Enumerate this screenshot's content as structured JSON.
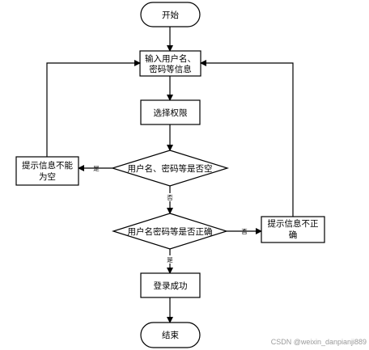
{
  "diagram": {
    "start": "开始",
    "input_line1": "输入用户名、",
    "input_line2": "密码等信息",
    "select_permission": "选择权限",
    "decision_empty": "用户名、密码等是否空",
    "empty_prompt_line1": "提示信息不能",
    "empty_prompt_line2": "为空",
    "decision_correct": "用户名密码等是否正确",
    "wrong_prompt_line1": "提示信息不正",
    "wrong_prompt_line2": "确",
    "login_success": "登录成功",
    "end": "结束",
    "label_yes_1": "是",
    "label_no_1": "否",
    "label_no_2": "否",
    "label_yes_2": "是"
  },
  "watermark": "CSDN @weixin_danpianji889"
}
